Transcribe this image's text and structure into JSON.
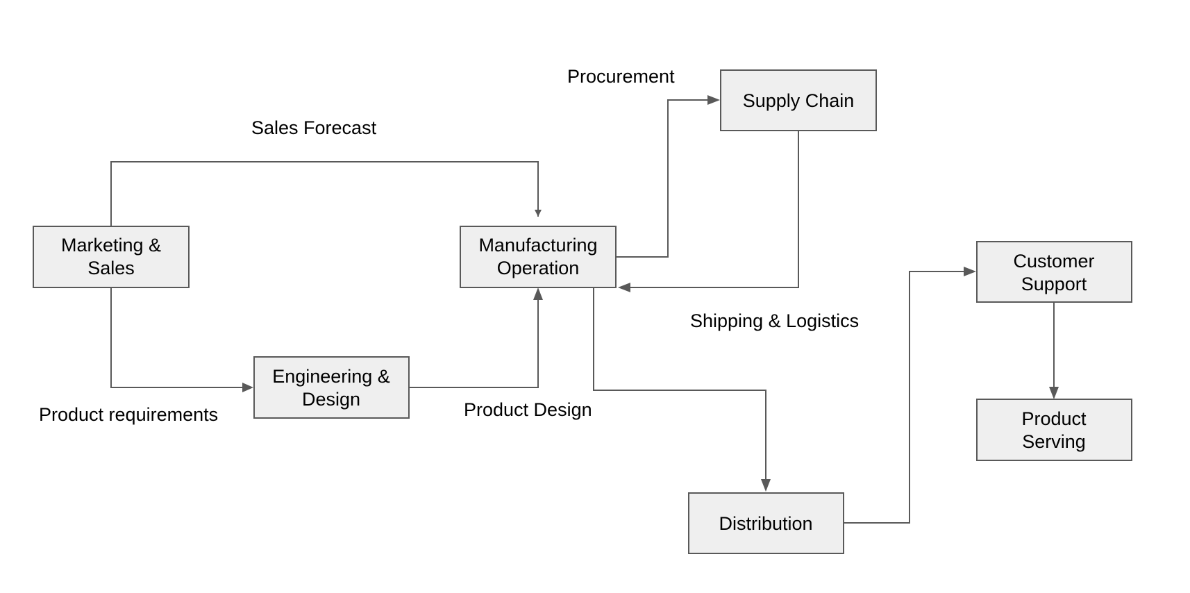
{
  "diagram": {
    "nodes": {
      "marketing": {
        "line1": "Marketing &",
        "line2": "Sales"
      },
      "manufacturing": {
        "line1": "Manufacturing",
        "line2": "Operation"
      },
      "supply": {
        "line1": "Supply Chain"
      },
      "engineering": {
        "line1": "Engineering &",
        "line2": "Design"
      },
      "customer": {
        "line1": "Customer",
        "line2": "Support"
      },
      "serving": {
        "line1": "Product",
        "line2": "Serving"
      },
      "distribution": {
        "line1": "Distribution"
      }
    },
    "edge_labels": {
      "sales_forecast": "Sales Forecast",
      "procurement": "Procurement",
      "shipping": "Shipping & Logistics",
      "product_requirements": "Product requirements",
      "product_design": "Product Design"
    },
    "colors": {
      "box_fill": "#efefef",
      "stroke": "#595959",
      "text": "#000000"
    }
  }
}
